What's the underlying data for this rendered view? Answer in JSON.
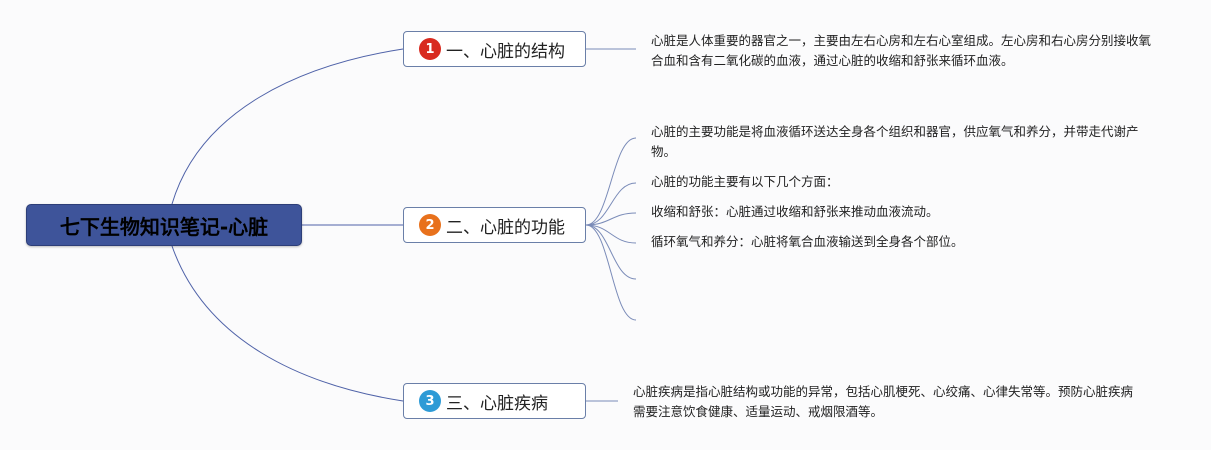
{
  "root": {
    "title": "七下生物知识笔记-心脏"
  },
  "branches": [
    {
      "number": "1",
      "label": "一、心脏的结构",
      "badge_color": "#d82a1f",
      "notes": [
        "心脏是人体重要的器官之一，主要由左右心房和左右心室组成。左心房和右心房分别接收氧合血和含有二氧化碳的血液，通过心脏的收缩和舒张来循环血液。"
      ]
    },
    {
      "number": "2",
      "label": "二、心脏的功能",
      "badge_color": "#e8711c",
      "notes": [
        "心脏的主要功能是将血液循环送达全身各个组织和器官，供应氧气和养分，并带走代谢产物。",
        "心脏的功能主要有以下几个方面：",
        "收缩和舒张：心脏通过收缩和舒张来推动血液流动。",
        "循环氧气和养分：心脏将氧合血液输送到全身各个部位。",
        "",
        ""
      ]
    },
    {
      "number": "3",
      "label": "三、心脏疾病",
      "badge_color": "#2e9bd6",
      "notes": [
        "心脏疾病是指心脏结构或功能的异常，包括心肌梗死、心绞痛、心律失常等。预防心脏疾病需要注意饮食健康、适量运动、戒烟限酒等。"
      ]
    }
  ],
  "colors": {
    "root_fill": "#3e549a",
    "line": "#4f62a8",
    "branch_border": "#6a7fa8"
  }
}
